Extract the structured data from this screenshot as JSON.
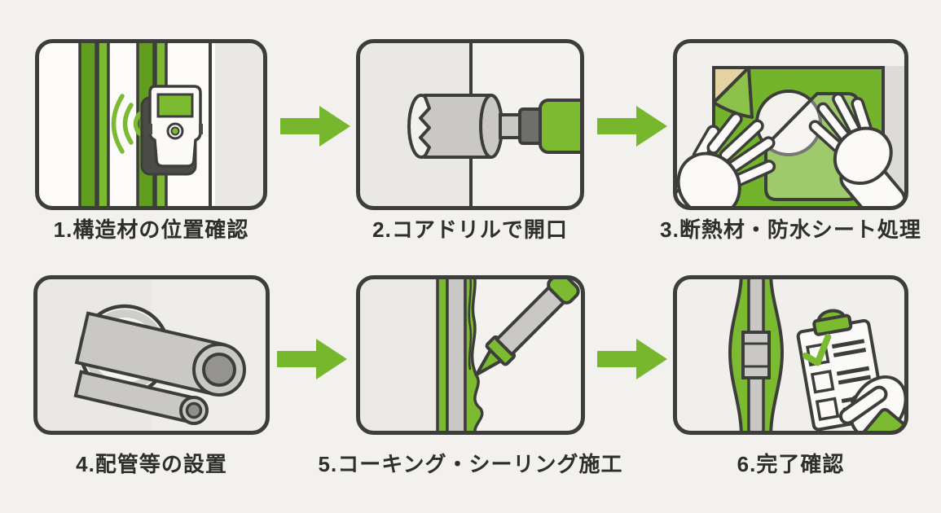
{
  "figure": {
    "type": "process-flow-infographic",
    "rows": 2,
    "columns": 3,
    "language": "ja"
  },
  "steps": [
    {
      "label": "1.構造材の位置確認",
      "icon": "stud-finder-icon"
    },
    {
      "label": "2.コアドリルで開口",
      "icon": "core-drill-icon"
    },
    {
      "label": "3.断熱材・防水シート処理",
      "icon": "sheet-hands-icon"
    },
    {
      "label": "4.配管等の設置",
      "icon": "pipes-through-wall-icon"
    },
    {
      "label": "5.コーキング・シーリング施工",
      "icon": "caulking-gun-icon"
    },
    {
      "label": "6.完了確認",
      "icon": "checklist-hand-icon"
    }
  ],
  "arrows": {
    "glyph": "right-block-arrow",
    "count": 4,
    "color": "#77b72d"
  },
  "colors": {
    "background": "#f2f1ee",
    "outline": "#3d3d3b",
    "green_bright": "#7cba31",
    "green_dark": "#619e20",
    "green_sheet": "#74b42c",
    "panel_gray": "#e9e8e5",
    "pipe_gray": "#c9c8c6",
    "beige": "#e6d3a2"
  }
}
